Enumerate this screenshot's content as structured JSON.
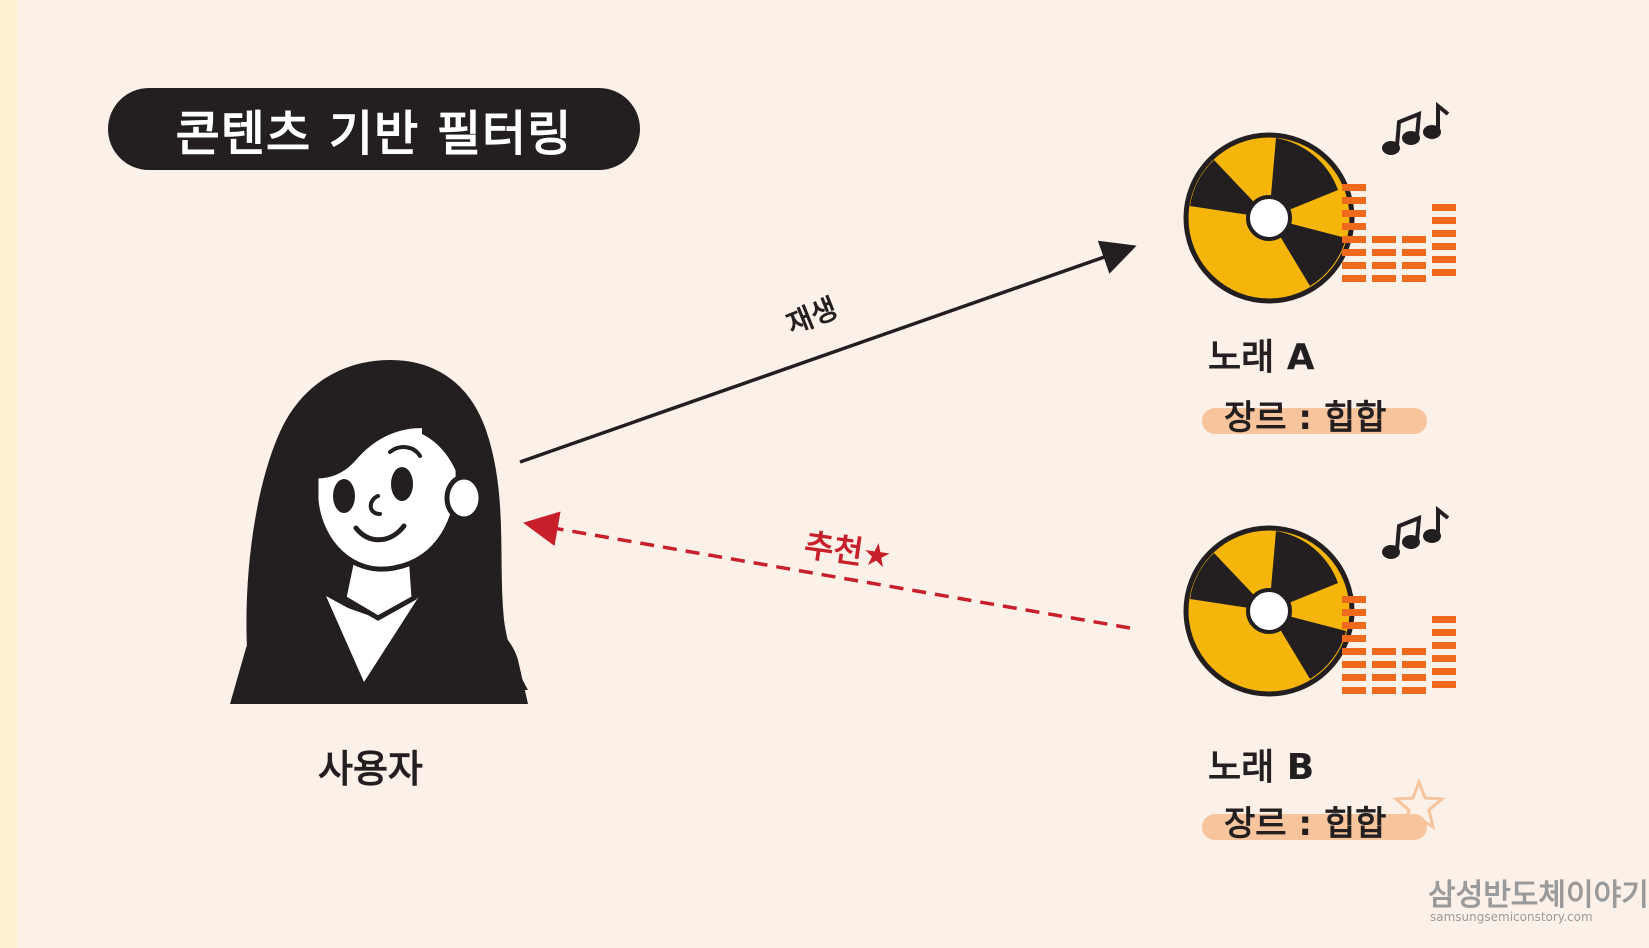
{
  "title": "콘텐츠 기반 필터링",
  "user": {
    "label": "사용자"
  },
  "edges": {
    "play": {
      "label": "재생"
    },
    "recommend": {
      "label": "추천★"
    }
  },
  "songs": [
    {
      "title": "노래 A",
      "genre": "장르 : 힙합"
    },
    {
      "title": "노래 B",
      "genre": "장르 : 힙합"
    }
  ],
  "watermark": {
    "main": "삼성반도체이야기",
    "sub": "samsungsemiconstory.com"
  },
  "colors": {
    "background": "#fcf1e9",
    "ink": "#231f20",
    "disc_yellow": "#f5b50a",
    "equalizer_orange": "#f06a1d",
    "recommend_red": "#c8202a",
    "genre_highlight": "#f7c49c"
  },
  "icons": [
    "woman-user-icon",
    "music-disc-icon",
    "equalizer-icon",
    "music-notes-icon",
    "star-outline-icon"
  ]
}
